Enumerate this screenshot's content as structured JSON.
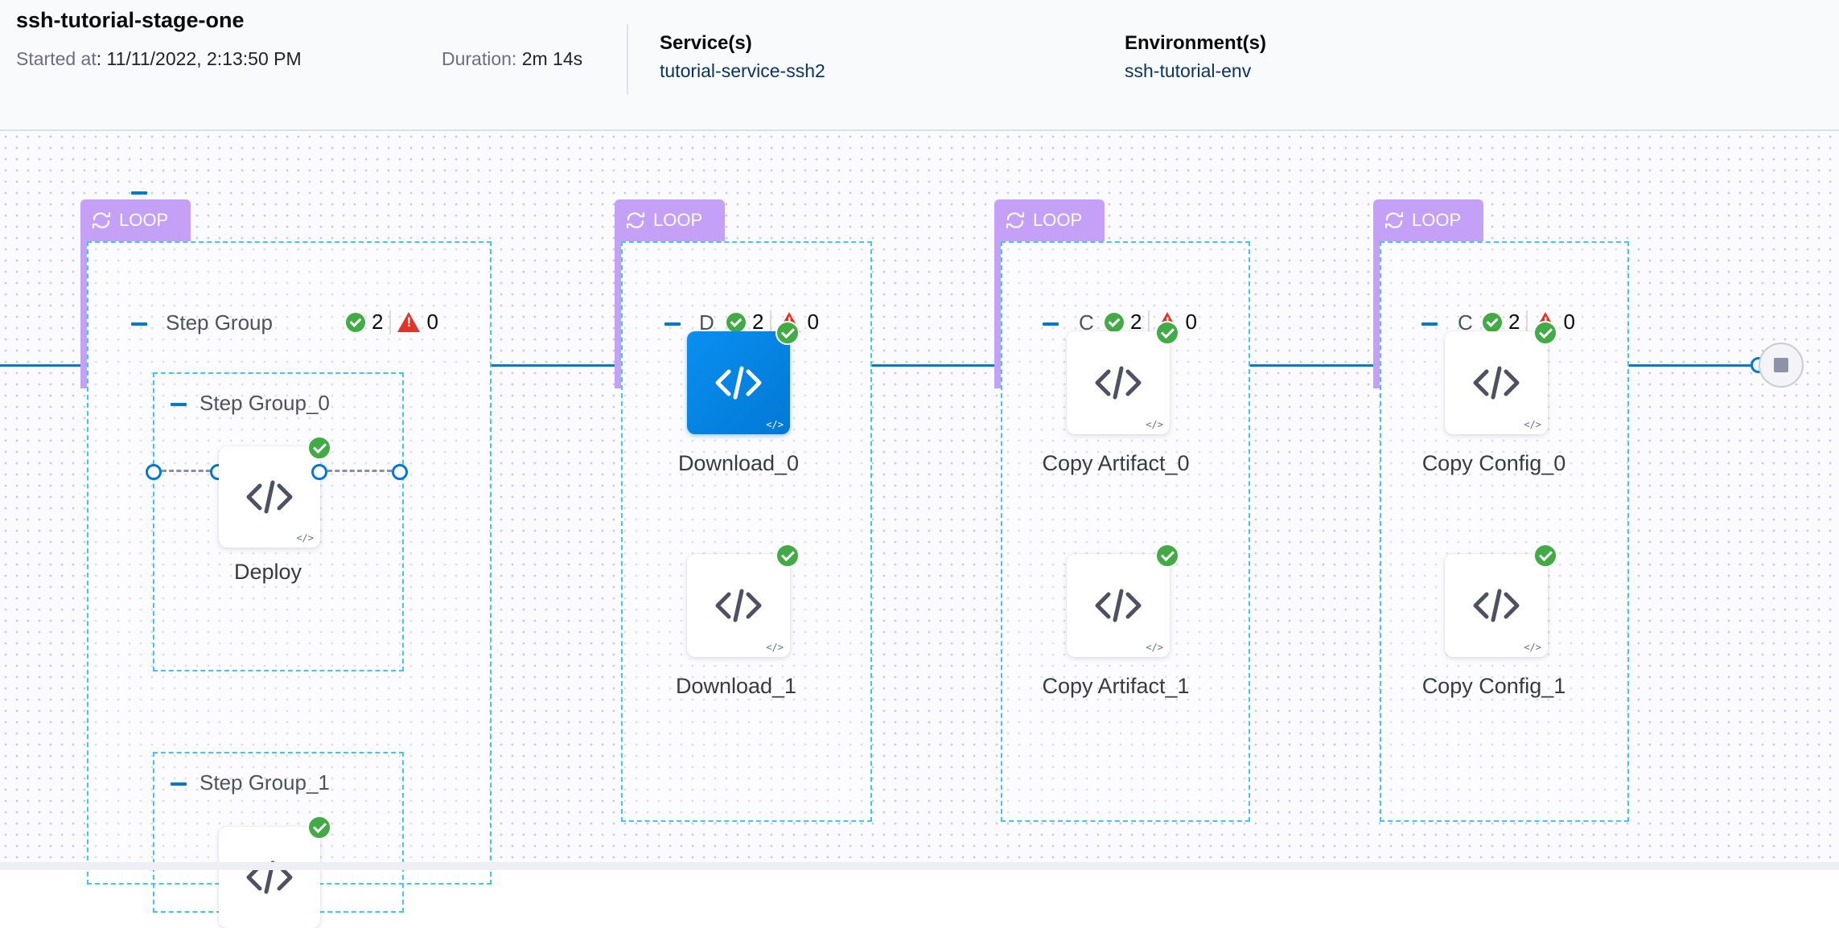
{
  "header": {
    "stage_title": "ssh-tutorial-stage-one",
    "started_label": "Started at",
    "started_value": ": 11/11/2022, 2:13:50 PM",
    "duration_label": "Duration:",
    "duration_value": " 2m 14s",
    "services_label": "Service(s)",
    "service_value": "tutorial-service-ssh2",
    "environments_label": "Environment(s)",
    "environment_value": "ssh-tutorial-env"
  },
  "pipeline": {
    "loop_label": "LOOP",
    "groups": [
      {
        "name": "Step Group",
        "success": "2",
        "failed": "0",
        "inner_groups": [
          {
            "name": "Step Group_0",
            "step": "Deploy"
          },
          {
            "name": "Step Group_1"
          }
        ]
      },
      {
        "name": "D",
        "success": "2",
        "failed": "0",
        "steps": [
          "Download_0",
          "Download_1"
        ]
      },
      {
        "name": "C",
        "success": "2",
        "failed": "0",
        "steps": [
          "Copy Artifact_0",
          "Copy Artifact_1"
        ]
      },
      {
        "name": "C",
        "success": "2",
        "failed": "0",
        "steps": [
          "Copy Config_0",
          "Copy Config_1"
        ]
      }
    ]
  },
  "icons": {
    "step": "code-icon",
    "loop": "loop-icon",
    "success": "check-circle-icon",
    "warning": "warning-triangle-icon",
    "end": "stop-icon"
  },
  "colors": {
    "accent": "#0278d5",
    "loop": "#c5a0f7",
    "success": "#42ab45",
    "error": "#e43326",
    "dashed_border": "#3dc7f6"
  }
}
